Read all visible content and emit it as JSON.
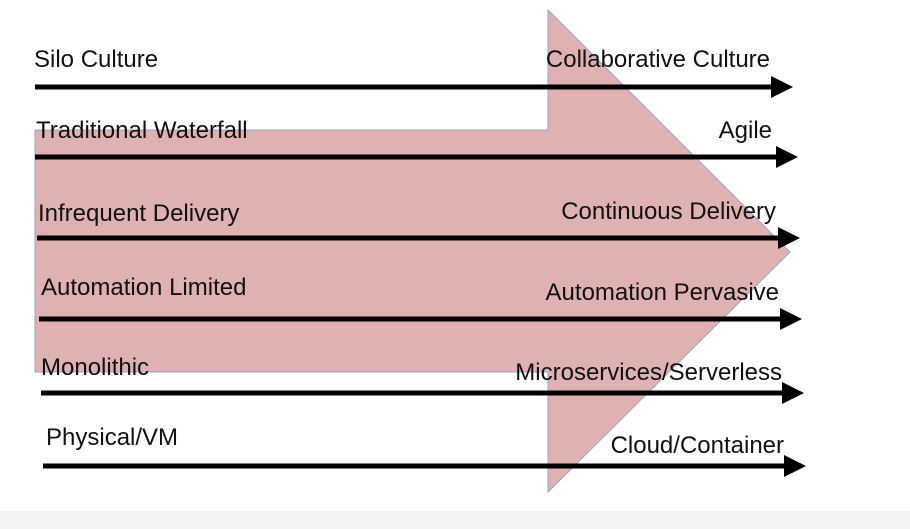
{
  "background_arrow_color": "#d9a3a3",
  "rows": [
    {
      "from": "Silo Culture",
      "to": "Collaborative Culture"
    },
    {
      "from": "Traditional Waterfall",
      "to": "Agile"
    },
    {
      "from": "Infrequent Delivery",
      "to": "Continuous Delivery"
    },
    {
      "from": "Automation Limited",
      "to": "Automation Pervasive"
    },
    {
      "from": "Monolithic",
      "to": "Microservices/Serverless"
    },
    {
      "from": "Physical/VM",
      "to": "Cloud/Container"
    }
  ]
}
